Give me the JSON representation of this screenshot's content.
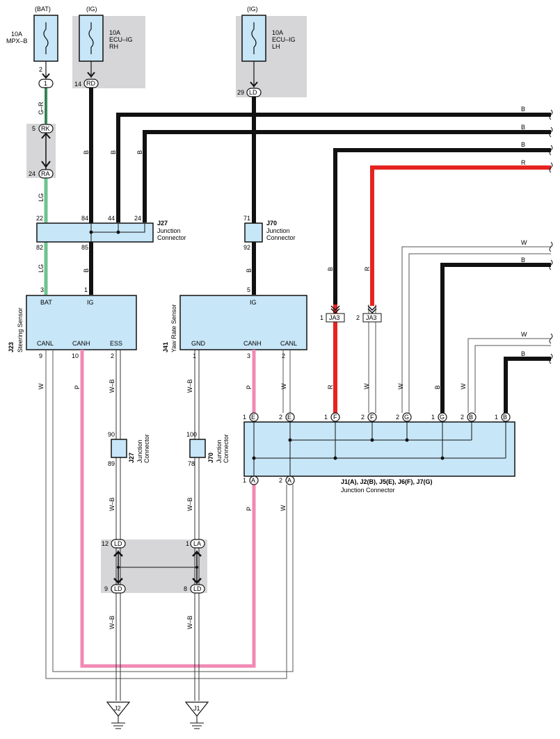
{
  "fuses": [
    {
      "source": "(BAT)",
      "line1": "10A",
      "line2": "MPX–B",
      "line3": ""
    },
    {
      "source": "(IG)",
      "line1": "10A",
      "line2": "ECU–IG",
      "line3": "RH"
    },
    {
      "source": "(IG)",
      "line1": "10A",
      "line2": "ECU–IG",
      "line3": "LH"
    }
  ],
  "fuse_pins": {
    "bat_pin": "2",
    "bat_conn": "1",
    "rh_pin": "14",
    "rh_conn": "RD",
    "lh_pin": "29",
    "lh_conn": "LD"
  },
  "rk": {
    "pin": "5",
    "conn": "RK"
  },
  "ra": {
    "pin": "24",
    "conn": "RA"
  },
  "wire_labels": {
    "gr": "G–R",
    "lg": "LG",
    "b": "B",
    "r": "R",
    "w": "W",
    "p": "P",
    "wb": "W–B"
  },
  "j27_top": {
    "id": "J27",
    "name1": "Junction",
    "name2": "Connector",
    "p22": "22",
    "p84": "84",
    "p44": "44",
    "p24": "24",
    "p82": "82",
    "p85": "85"
  },
  "j70_top": {
    "id": "J70",
    "name1": "Junction",
    "name2": "Connector",
    "p71": "71",
    "p92": "92"
  },
  "steering": {
    "id": "J23",
    "name": "Steering Sensor",
    "bat": "BAT",
    "ig": "IG",
    "canl": "CANL",
    "canh": "CANH",
    "ess": "ESS",
    "p3": "3",
    "p1": "1",
    "p9": "9",
    "p10": "10",
    "p2": "2"
  },
  "yaw": {
    "id": "J41",
    "name": "Yaw Rate Sensor",
    "ig": "IG",
    "gnd": "GND",
    "canh": "CANH",
    "canl": "CANL",
    "p5": "5",
    "p1": "1",
    "p3": "3",
    "p2": "2"
  },
  "ja3": {
    "conn": "JA3",
    "p1": "1",
    "p2": "2"
  },
  "j1box": {
    "title": "J1(A), J2(B), J5(E), J6(F), J7(G)",
    "subtitle": "Junction Connector",
    "top_pins": [
      [
        "1",
        "E"
      ],
      [
        "2",
        "E"
      ],
      [
        "1",
        "F"
      ],
      [
        "2",
        "F"
      ],
      [
        "2",
        "G"
      ],
      [
        "1",
        "G"
      ],
      [
        "2",
        "B"
      ],
      [
        "1",
        "B"
      ]
    ],
    "bottom_pins": [
      [
        "1",
        "A"
      ],
      [
        "2",
        "A"
      ]
    ]
  },
  "j27_bot": {
    "id": "J27",
    "name1": "Junction",
    "name2": "Connector",
    "p90": "90",
    "p89": "89"
  },
  "j70_bot": {
    "id": "J70",
    "name1": "Junction",
    "name2": "Connector",
    "p100": "100",
    "p78": "78"
  },
  "ground_conns": {
    "l_top_pin": "12",
    "l_top": "LD",
    "r_top_pin": "1",
    "r_top": "LA",
    "l_bot_pin": "9",
    "l_bot": "LD",
    "r_bot_pin": "8",
    "r_bot": "LD"
  },
  "grounds": {
    "left": "J2",
    "right": "J1"
  },
  "colors": {
    "black": "#111111",
    "red": "#e52421",
    "light_green": "#6dc48f",
    "pink": "#f08ab5",
    "component_fill": "#c7e6f8",
    "shade": "#d6d6d8"
  }
}
